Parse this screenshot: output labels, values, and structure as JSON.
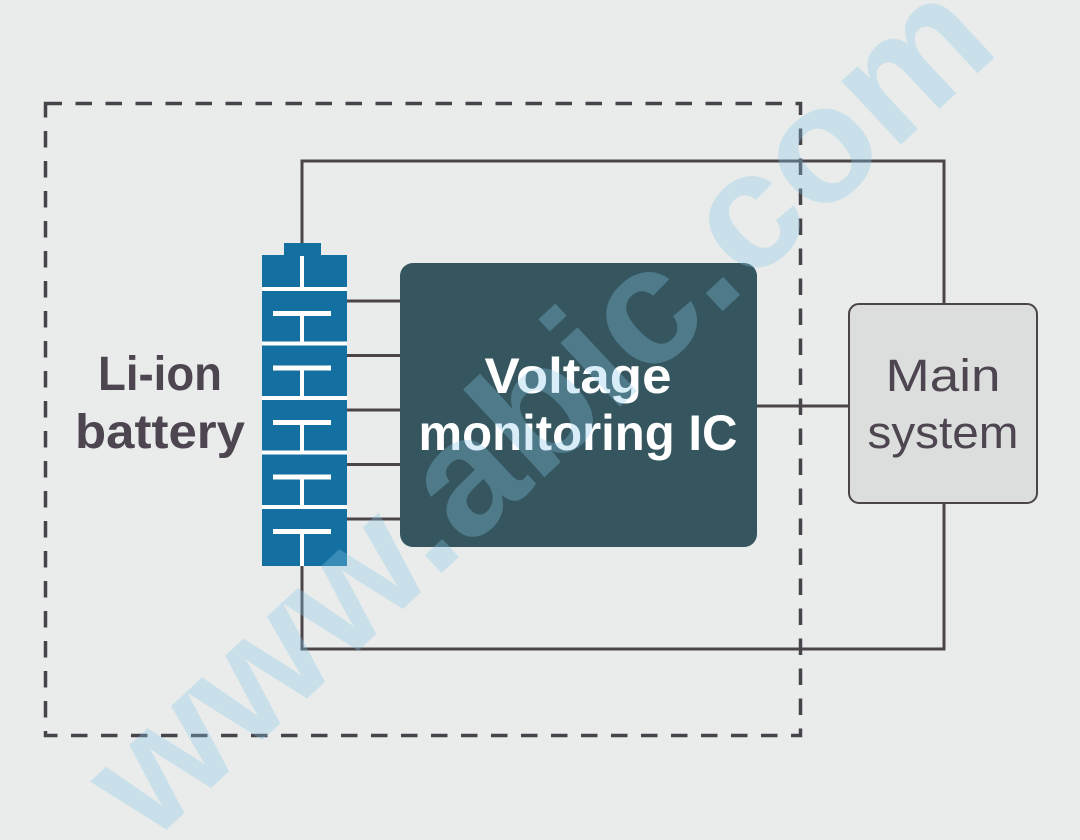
{
  "labels": {
    "battery": {
      "line1": "Li-ion",
      "line2": "battery"
    },
    "ic": {
      "line1": "Voltage",
      "line2": "monitoring IC"
    },
    "main": {
      "line1": "Main",
      "line2": "system"
    },
    "watermark": "www.abic.com"
  },
  "colors": {
    "background": "#e9eceb",
    "wire": "#4b4549",
    "dashed_border": "#47434a",
    "battery_blue": "#1470a0",
    "ic_fill": "#35565e",
    "ic_text": "#ffffff",
    "main_fill": "#dcdedd",
    "label_dark": "#4d4651",
    "watermark_blue": "#85c6e9"
  },
  "diagram": {
    "blocks": [
      {
        "id": "li-ion-battery",
        "label": "Li-ion battery",
        "type": "battery",
        "cells": 5
      },
      {
        "id": "voltage-monitoring-ic",
        "label": "Voltage monitoring IC",
        "type": "ic"
      },
      {
        "id": "main-system",
        "label": "Main system",
        "type": "system"
      }
    ],
    "connections": [
      {
        "from": "li-ion-battery",
        "to": "voltage-monitoring-ic",
        "lines": 5,
        "type": "cell-tap"
      },
      {
        "from": "voltage-monitoring-ic",
        "to": "main-system",
        "lines": 1,
        "type": "signal"
      },
      {
        "from": "li-ion-battery",
        "to": "main-system",
        "lines": 2,
        "type": "power-loop"
      }
    ],
    "dashed_boundary_encloses": "li-ion-battery"
  }
}
